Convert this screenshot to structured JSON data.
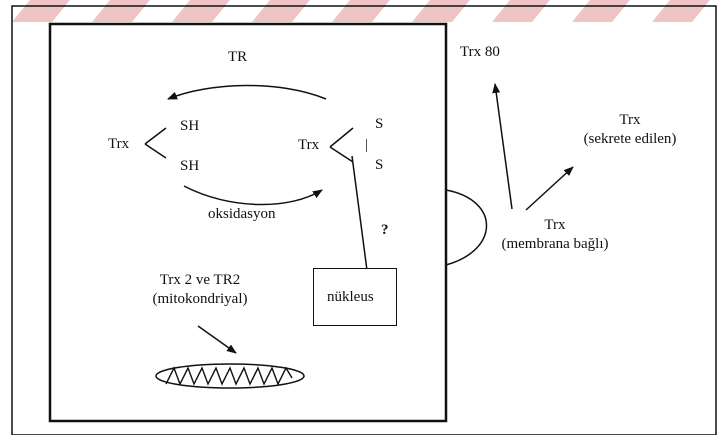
{
  "diagram": {
    "labels": {
      "tr": "TR",
      "trx_reduced": "Trx",
      "sh_top": "SH",
      "sh_bottom": "SH",
      "trx_oxidized": "Trx",
      "s_top": "S",
      "s_bond": "|",
      "s_bottom": "S",
      "oksidasyon": "oksidasyon",
      "question": "?",
      "nucleus": "nükleus",
      "mito_line1": "Trx 2 ve TR2",
      "mito_line2": "(mitokondriyal)",
      "trx80": "Trx 80",
      "secreted_line1": "Trx",
      "secreted_line2": "(sekrete edilen)",
      "membrane_line1": "Trx",
      "membrane_line2": "(membrana bağlı)"
    },
    "colors": {
      "banner": "#c22a2a",
      "ink": "#111111"
    }
  }
}
